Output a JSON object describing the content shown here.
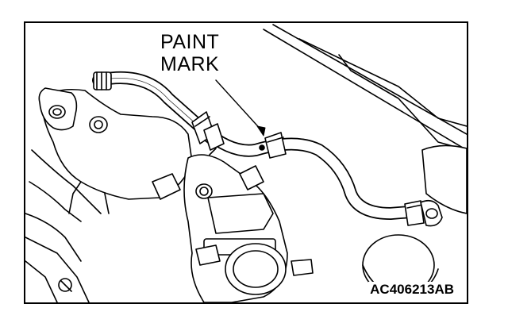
{
  "callout": {
    "line1": "PAINT",
    "line2": "MARK"
  },
  "figure_code": "AC406213AB",
  "colors": {
    "ink": "#000000",
    "paper": "#ffffff"
  }
}
